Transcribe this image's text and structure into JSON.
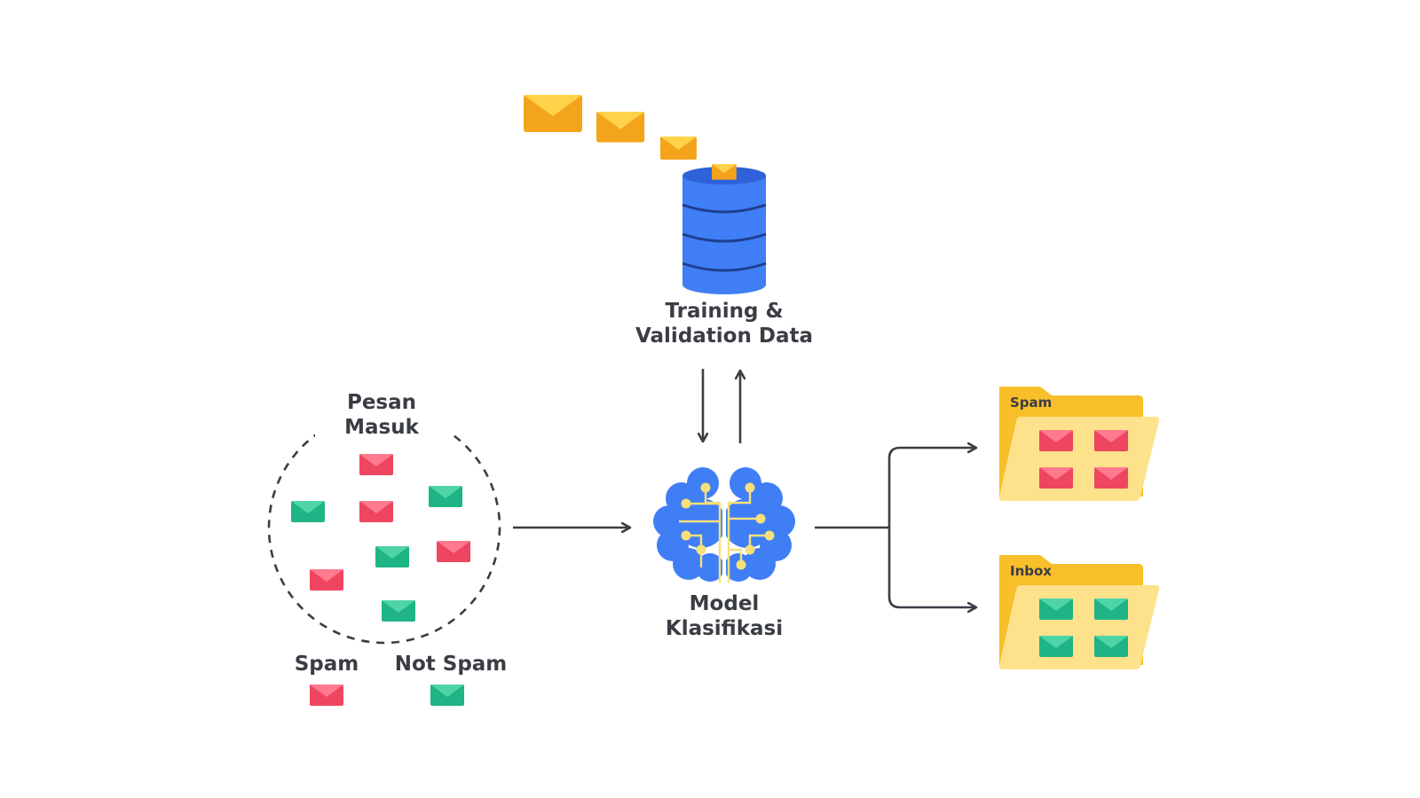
{
  "diagram": {
    "data_store": {
      "title_line1": "Training &",
      "title_line2": "Validation Data",
      "icon": "database-icon"
    },
    "model": {
      "title_line1": "Model",
      "title_line2": "Klasifikasi",
      "icon": "brain-circuit-icon"
    },
    "incoming": {
      "title_line1": "Pesan",
      "title_line2": "Masuk",
      "icon": "envelope-icon"
    },
    "legend": {
      "spam_label": "Spam",
      "not_spam_label": "Not Spam"
    },
    "folders": {
      "spam_label": "Spam",
      "inbox_label": "Inbox",
      "icon": "folder-icon"
    },
    "colors": {
      "spam": "#ee4660",
      "not_spam": "#1fb486",
      "data_envelope": "#f4a41a",
      "database": "#3f7ef5",
      "brain": "#3f7ef5",
      "circuit": "#f7e07a",
      "folder_back": "#f8bf2b",
      "folder_front": "#fde28b",
      "arrow": "#3a3d44"
    }
  }
}
